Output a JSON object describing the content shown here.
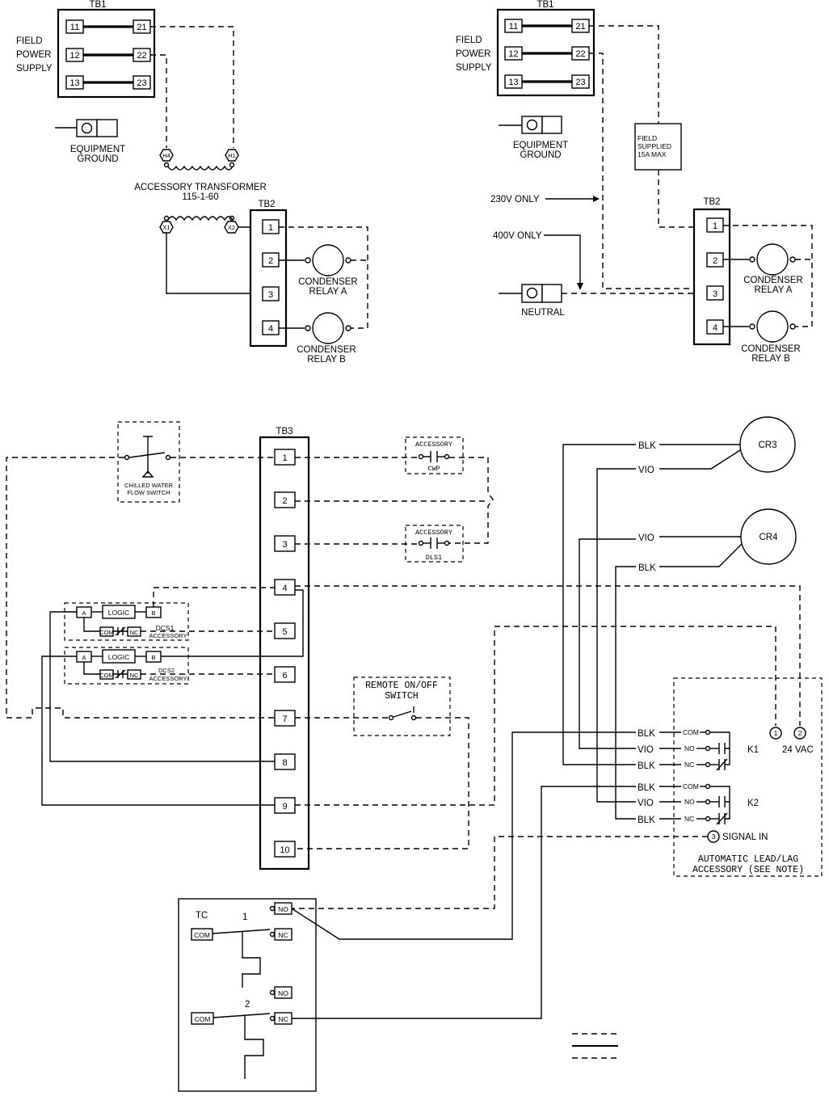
{
  "diagram_a": {
    "tb1": {
      "title": "TB1",
      "left_terminals": [
        "11",
        "12",
        "13"
      ],
      "right_terminals": [
        "21",
        "22",
        "23"
      ]
    },
    "field_power_supply": [
      "FIELD",
      "POWER",
      "SUPPLY"
    ],
    "equipment_ground": [
      "EQUIPMENT",
      "GROUND"
    ],
    "transformer": {
      "primary_left": "H4",
      "primary_right": "H1",
      "secondary_left": "X1",
      "secondary_right": "X2",
      "title": "ACCESSORY TRANSFORMER",
      "rating": "115-1-60"
    },
    "tb2": {
      "title": "TB2",
      "terminals": [
        "1",
        "2",
        "3",
        "4"
      ]
    },
    "relay_a": [
      "CONDENSER",
      "RELAY A"
    ],
    "relay_b": [
      "CONDENSER",
      "RELAY B"
    ]
  },
  "diagram_b": {
    "tb1": {
      "title": "TB1",
      "left_terminals": [
        "11",
        "12",
        "13"
      ],
      "right_terminals": [
        "21",
        "22",
        "23"
      ]
    },
    "field_power_supply": [
      "FIELD",
      "POWER",
      "SUPPLY"
    ],
    "equipment_ground": [
      "EQUIPMENT",
      "GROUND"
    ],
    "fuse_box": [
      "FIELD",
      "SUPPLIED",
      "15A MAX"
    ],
    "note_230": "230V ONLY",
    "note_400": "400V ONLY",
    "neutral": "NEUTRAL",
    "tb2": {
      "title": "TB2",
      "terminals": [
        "1",
        "2",
        "3",
        "4"
      ]
    },
    "relay_a": [
      "CONDENSER",
      "RELAY A"
    ],
    "relay_b": [
      "CONDENSER",
      "RELAY B"
    ]
  },
  "control": {
    "tb3": {
      "title": "TB3",
      "terminals": [
        "1",
        "2",
        "3",
        "4",
        "5",
        "6",
        "7",
        "8",
        "9",
        "10"
      ]
    },
    "flow_switch": [
      "CHILLED WATER",
      "FLOW SWITCH"
    ],
    "cwp": {
      "header": "ACCESSORY",
      "name": "CWP"
    },
    "dls1": {
      "header": "ACCESSORY",
      "name": "DLS1"
    },
    "dcs1": {
      "a": "A",
      "logic": "LOGIC",
      "b": "B",
      "com": "COM",
      "nc": "NC",
      "name": "DCS1",
      "sub": "ACCESSORY"
    },
    "dcs2": {
      "a": "A",
      "logic": "LOGIC",
      "b": "B",
      "com": "COM",
      "nc": "NC",
      "name": "DCS2",
      "sub": "ACCESSORY"
    },
    "remote_switch": [
      "REMOTE ON/OFF",
      "SWITCH"
    ],
    "cr3": {
      "name": "CR3",
      "wire1": "BLK",
      "wire2": "VIO"
    },
    "cr4": {
      "name": "CR4",
      "wire1": "VIO",
      "wire2": "BLK"
    },
    "k1": {
      "name": "K1",
      "rows": [
        {
          "wire": "BLK",
          "pin": "COM"
        },
        {
          "wire": "VIO",
          "pin": "NO"
        },
        {
          "wire": "BLK",
          "pin": "NC"
        }
      ]
    },
    "k2": {
      "name": "K2",
      "rows": [
        {
          "wire": "BLK",
          "pin": "COM"
        },
        {
          "wire": "VIO",
          "pin": "NO"
        },
        {
          "wire": "BLK",
          "pin": "NC"
        }
      ]
    },
    "lead_lag": {
      "terminal1": "1",
      "terminal2": "2",
      "voltage": "24 VAC",
      "terminal3": "3",
      "signal_in": "SIGNAL IN",
      "title": [
        "AUTOMATIC LEAD/LAG",
        "ACCESSORY (SEE NOTE)"
      ]
    },
    "tc": {
      "title": "TC",
      "stage1": "1",
      "stage2": "2",
      "no": "NO",
      "nc": "NC",
      "com": "COM"
    }
  }
}
